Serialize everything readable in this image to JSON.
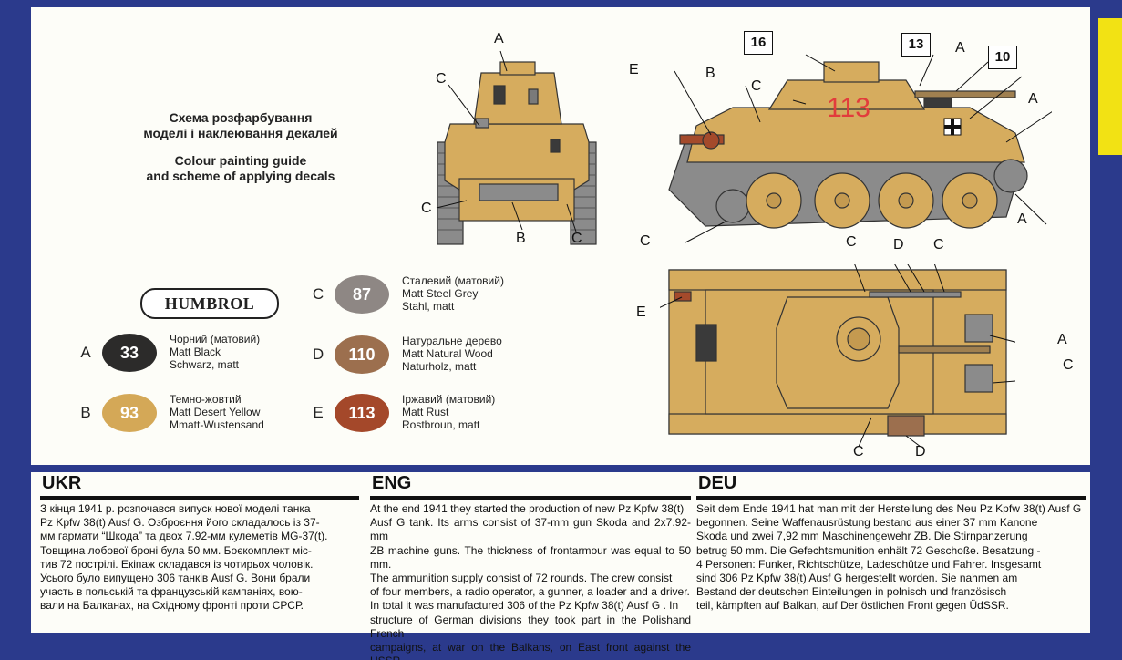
{
  "title": {
    "ukr_line1": "Схема розфарбування",
    "ukr_line2": "моделі і наклеювання декалей",
    "eng_line1": "Colour painting guide",
    "eng_line2": "and scheme of applying decals"
  },
  "brand": "HUMBROL",
  "paints": [
    {
      "letter": "A",
      "number": "33",
      "color": "#2c2b2a",
      "ukr": "Чорний (матовий)",
      "eng": "Matt Black",
      "deu": "Schwarz, matt"
    },
    {
      "letter": "B",
      "number": "93",
      "color": "#d4a857",
      "ukr": "Темно-жовтий",
      "eng": "Matt Desert Yellow",
      "deu": "Mmatt-Wustensand"
    },
    {
      "letter": "C",
      "number": "87",
      "color": "#8e8784",
      "ukr": "Сталевий (матовий)",
      "eng": "Matt Steel Grey",
      "deu": "Stahl, matt"
    },
    {
      "letter": "D",
      "number": "110",
      "color": "#9c6f4e",
      "ukr": "Натуральне дерево",
      "eng": "Matt Natural Wood",
      "deu": "Naturholz, matt"
    },
    {
      "letter": "E",
      "number": "113",
      "color": "#a4482a",
      "ukr": "Іржавий (матовий)",
      "eng": "Matt Rust",
      "deu": "Rostbroun, matt"
    }
  ],
  "decals": {
    "d16": "16",
    "d13": "13",
    "d10": "10",
    "turret_number": "113"
  },
  "callouts": {
    "a": "A",
    "b": "B",
    "c": "C",
    "d": "D",
    "e": "E"
  },
  "texts": {
    "ukr": {
      "heading": "UKR",
      "lines": [
        "З кінця 1941 р. розпочався випуск нової моделі танка",
        "Pz Kpfw 38(t) Ausf G. Озброєння його складалось із 37-",
        "мм гармати “Шкода” та двох 7.92-мм кулеметів MG-37(t).",
        "Товщина лобової броні була 50 мм. Боєкомплект міс-",
        "тив 72 пострілі. Екіпаж складався із чотирьох чоловік.",
        "Усього було випущено 306 танків Ausf G. Вони брали",
        "участь в польській та французській кампаніях, вою-",
        "вали на Балканах, на Східному фронті проти СРСР."
      ]
    },
    "eng": {
      "heading": "ENG",
      "lines": [
        "At the end 1941 they started the production of new Pz Kpfw 38(t)",
        "Ausf G tank. Its arms consist of 37-mm gun Skoda and 2x7.92-mm",
        "ZB machine guns. The thickness of frontarmour  was equal to 50 mm.",
        "The ammunition supply consist  of 72 rounds. The  crew consist",
        "of four members, a radio operator, a gunner, a loader and a driver.",
        "In total it was manufactured 306 of the Pz Kpfw 38(t) Ausf G . In",
        "structure of German divisions they took part in the Polishand French",
        "campaigns, at war on the Balkans, on East front against the USSR."
      ]
    },
    "deu": {
      "heading": "DEU",
      "lines": [
        "Seit dem Ende 1941 hat man mit der Herstellung des Neu  Pz Kpfw 38(t) Ausf G",
        "begonnen. Seine Waffenausrüstung bestand aus einer 37 mm Kanone",
        "Skoda und zwei  7,92 mm Maschinengewehr ZB. Die Stirnpanzerung",
        "betrug 50 mm. Die Gefechtsmunition enhält 72 Geschoße. Besatzung -",
        "4 Personen: Funker, Richtschütze, Ladeschütze und Fahrer. Insgesamt",
        "sind   306 Pz Kpfw 38(t) Ausf G hergestellt worden. Sie nahmen am",
        "Bestand der deutschen Einteilungen in polnisch und französisch",
        "teil, kämpften auf Balkan, auf Der östlichen Front gegen ÜdSSR."
      ]
    }
  }
}
